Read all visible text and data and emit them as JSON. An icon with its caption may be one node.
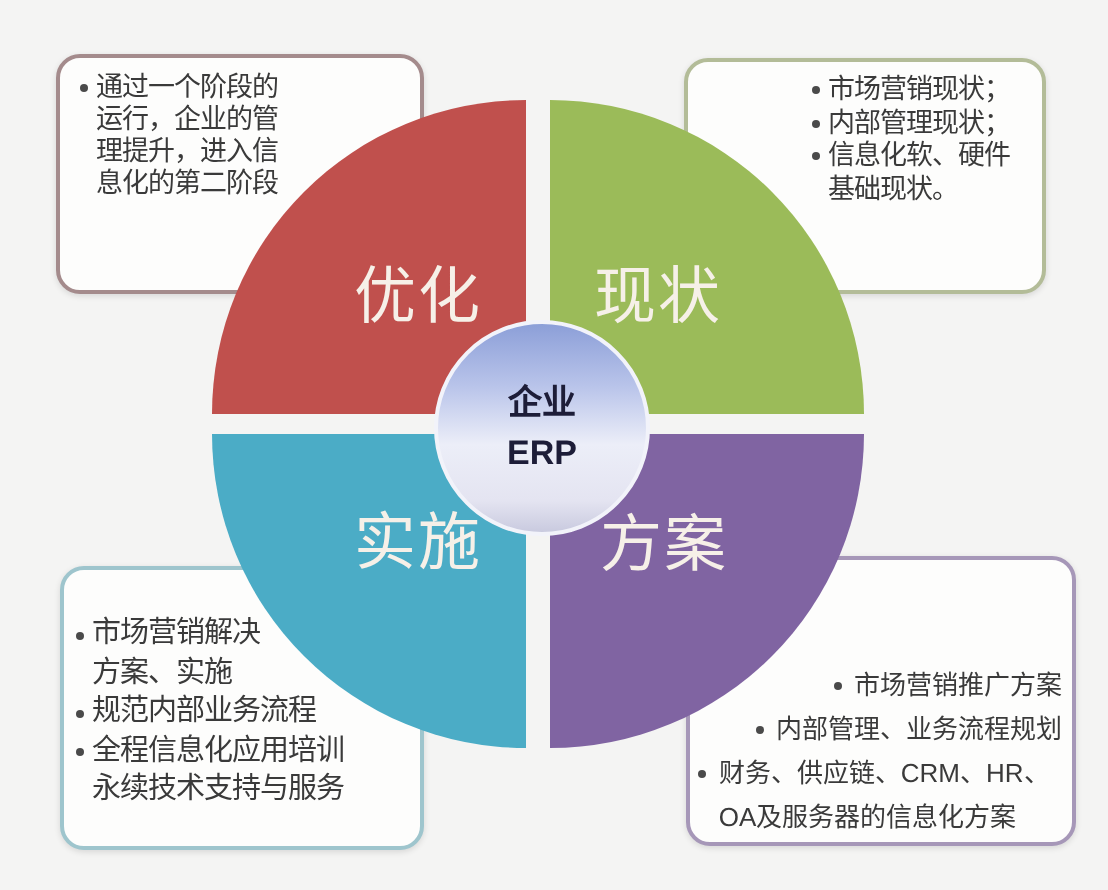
{
  "diagram": {
    "nodes": [
      {
        "text": [
          "通过一个阶段的运行，企业的管理提升，进入信息化的第二阶段"
        ]
      },
      {
        "text": [
          "市场营销现状；",
          "内部管理现状；",
          "信息化软、硬件基础现状。"
        ]
      },
      {
        "text": [
          "优化"
        ]
      },
      {
        "text": [
          "现状"
        ]
      },
      {
        "text": [
          "企业ERP"
        ]
      },
      {
        "text": [
          "实施"
        ]
      },
      {
        "text": [
          "方案"
        ]
      },
      {
        "text": [
          "市场营销解决方案、实施",
          "规范内部业务流程",
          "全程信息化应用培训永续技术支持与服务"
        ]
      },
      {
        "text": [
          "市场营销推广方案",
          "内部管理、业务流程规划",
          "财务、供应链、CRM、HR、OA及服务器的信息化方案"
        ]
      }
    ]
  }
}
